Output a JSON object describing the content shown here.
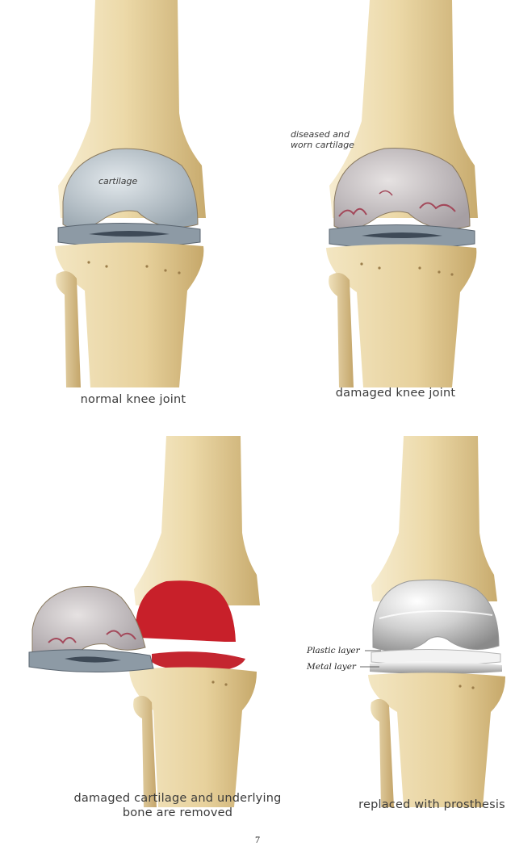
{
  "panels": {
    "normal": {
      "caption": "normal knee joint",
      "cartilage_label": "cartilage"
    },
    "damaged": {
      "caption": "damaged knee joint",
      "cartilage_label_line1": "diseased and",
      "cartilage_label_line2": "worn cartilage"
    },
    "removed": {
      "caption_line1": "damaged cartilage and underlying",
      "caption_line2": "bone are removed"
    },
    "prosthesis": {
      "caption": "replaced with prosthesis",
      "plastic_label": "Plastic layer",
      "metal_label": "Metal layer"
    }
  },
  "page_number": "7",
  "colors": {
    "bone": "#e9d6a6",
    "bone_shadow": "#c9ad72",
    "cartilage": "#b9c2c9",
    "removed_bone": "#c8202a",
    "metal": "#d7d7d7"
  }
}
